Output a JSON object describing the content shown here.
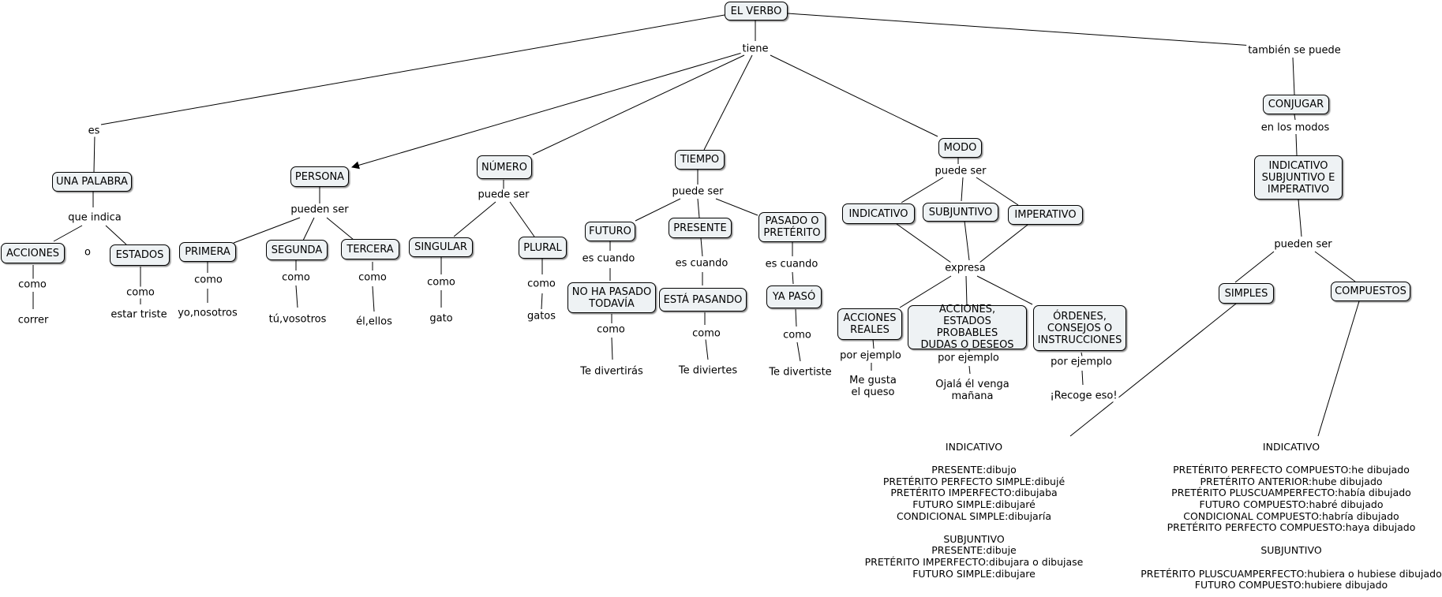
{
  "colors": {
    "node_fill": "#eef2f4",
    "node_border": "#000000",
    "line": "#000000",
    "background": "#ffffff"
  },
  "nodes": {
    "el_verbo": "EL VERBO",
    "una_palabra": "UNA PALABRA",
    "acciones": "ACCIONES",
    "estados": "ESTADOS",
    "persona": "PERSONA",
    "primera": "PRIMERA",
    "segunda": "SEGUNDA",
    "tercera": "TERCERA",
    "numero": "NÚMERO",
    "singular": "SINGULAR",
    "plural": "PLURAL",
    "tiempo": "TIEMPO",
    "futuro": "FUTURO",
    "presente": "PRESENTE",
    "pasado": "PASADO O\nPRETÉRITO",
    "no_ha_pasado": "NO HA PASADO\nTODAVÍA",
    "esta_pasando": "ESTÁ PASANDO",
    "ya_paso": "YA PASÓ",
    "modo": "MODO",
    "indicativo": "INDICATIVO",
    "subjuntivo": "SUBJUNTIVO",
    "imperativo": "IMPERATIVO",
    "acciones_reales": "ACCIONES\nREALES",
    "estados_probables": "ACCIONES,\nESTADOS PROBABLES\nDUDAS O DESEOS",
    "ordenes": "ÓRDENES,\nCONSEJOS O\nINSTRUCCIONES",
    "conjugar": "CONJUGAR",
    "ind_sub_imp": "INDICATIVO\nSUBJUNTIVO E\nIMPERATIVO",
    "simples": "SIMPLES",
    "compuestos": "COMPUESTOS"
  },
  "links": {
    "tiene": "tiene",
    "tambien": "también se puede",
    "es": "es",
    "que_indica": "que indica",
    "o": "o",
    "como_acciones": "como",
    "como_estados": "como",
    "pueden_ser_persona": "pueden ser",
    "como_primera": "como",
    "como_segunda": "como",
    "como_tercera": "como",
    "puede_ser_numero": "puede ser",
    "como_singular": "como",
    "como_plural": "como",
    "puede_ser_tiempo": "puede ser",
    "es_cuando_futuro": "es cuando",
    "es_cuando_presente": "es cuando",
    "es_cuando_pasado": "es cuando",
    "como_futuro": "como",
    "como_presente": "como",
    "como_pasado": "como",
    "puede_ser_modo": "puede ser",
    "expresa": "expresa",
    "por_ejemplo_1": "por ejemplo",
    "por_ejemplo_2": "por ejemplo",
    "por_ejemplo_3": "por ejemplo",
    "en_los_modos": "en los modos",
    "pueden_ser_conj": "pueden ser"
  },
  "examples": {
    "correr": "correr",
    "estar_triste": "estar triste",
    "yo_nosotros": "yo,nosotros",
    "tu_vosotros": "tú,vosotros",
    "el_ellos": "él,ellos",
    "gato": "gato",
    "gatos": "gatos",
    "te_divertiras": "Te divertirás",
    "te_diviertes": "Te diviertes",
    "te_divertiste": "Te divertiste",
    "me_gusta": "Me gusta\nel queso",
    "ojala": "Ojalá él venga\nmañana",
    "recoge": "¡Recoge eso!"
  },
  "simples_block": [
    "INDICATIVO",
    "",
    "PRESENTE:dibujo",
    "PRETÉRITO PERFECTO SIMPLE:dibujé",
    "PRETÉRITO IMPERFECTO:dibujaba",
    "FUTURO SIMPLE:dibujaré",
    "CONDICIONAL SIMPLE:dibujaría",
    "",
    "SUBJUNTIVO",
    "PRESENTE:dibuje",
    "PRETÉRITO IMPERFECTO:dibujara o dibujase",
    "FUTURO SIMPLE:dibujare"
  ],
  "compuestos_block": [
    "INDICATIVO",
    "",
    "PRETÉRITO PERFECTO COMPUESTO:he dibujado",
    "PRETÉRITO ANTERIOR:hube dibujado",
    "PRETÉRITO PLUSCUAMPERFECTO:había dibujado",
    "FUTURO COMPUESTO:habré dibujado",
    "CONDICIONAL COMPUESTO:habría dibujado",
    "PRETÉRITO PERFECTO COMPUESTO:haya dibujado",
    "",
    "SUBJUNTIVO",
    "",
    "PRETÉRITO PLUSCUAMPERFECTO:hubiera o hubiese dibujado",
    "FUTURO COMPUESTO:hubiere dibujado"
  ]
}
